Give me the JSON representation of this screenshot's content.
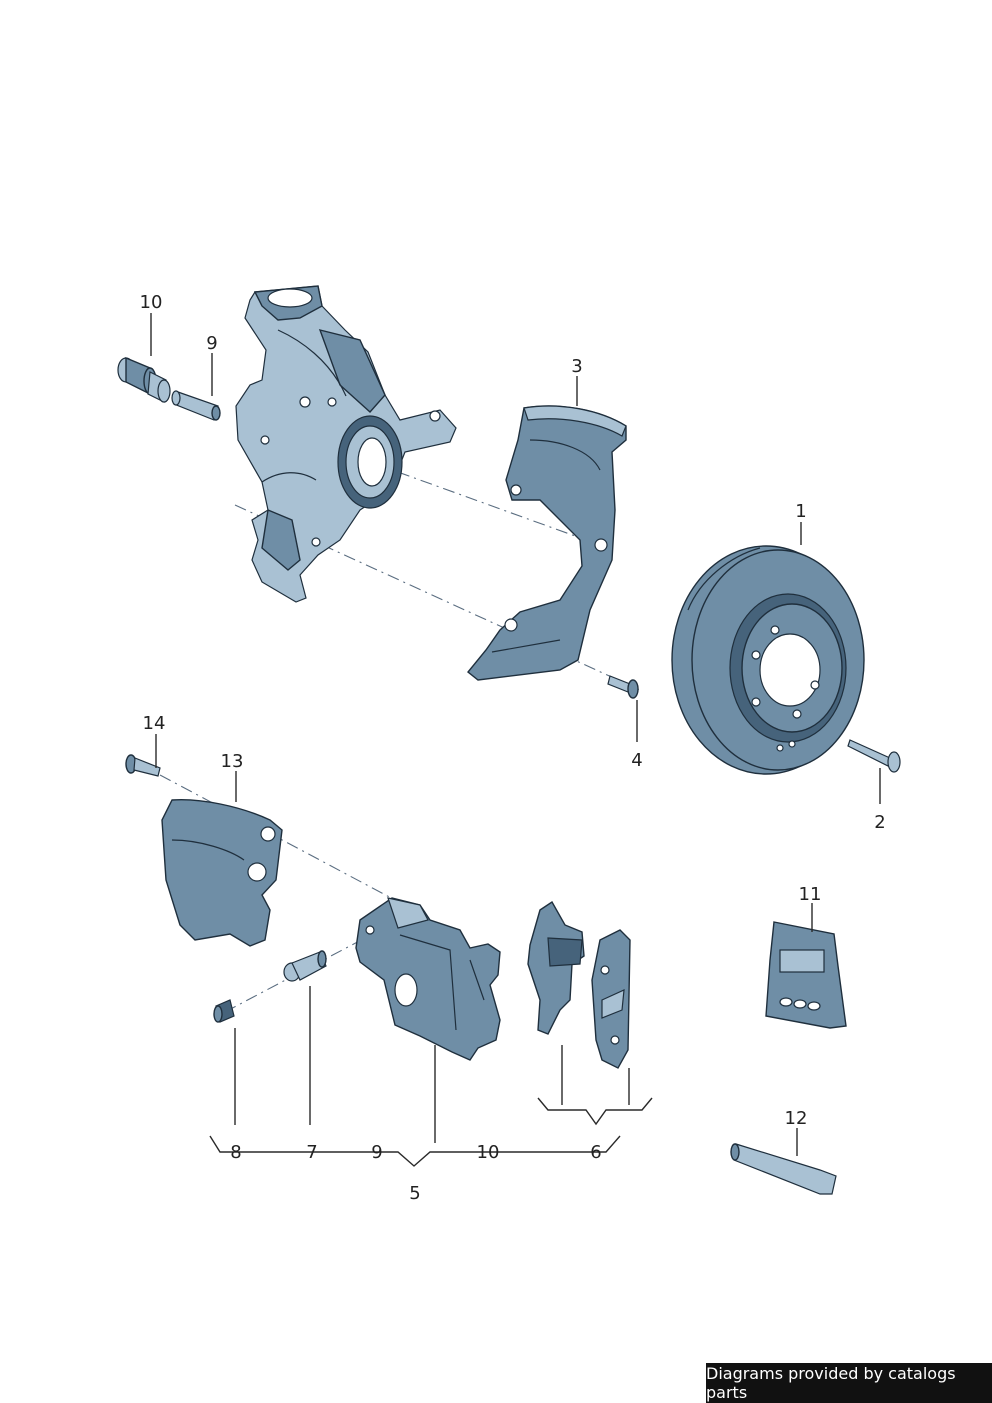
{
  "labels": {
    "l1": "1",
    "l2": "2",
    "l3": "3",
    "l4": "4",
    "l5": "5",
    "l6": "6",
    "l7": "7",
    "l8": "8",
    "l9_top": "9",
    "l9_bottom": "9",
    "l10_top": "10",
    "l10_bottom": "10",
    "l11": "11",
    "l12": "12",
    "l13": "13",
    "l14": "14"
  },
  "footer": {
    "credit": "Diagrams provided by catalogs parts"
  },
  "colors": {
    "part_fill": "#6f8ea6",
    "part_highlight": "#a9c1d3",
    "outline": "#1f2f3d",
    "footer_bg": "#111111",
    "footer_text": "#ffffff"
  }
}
